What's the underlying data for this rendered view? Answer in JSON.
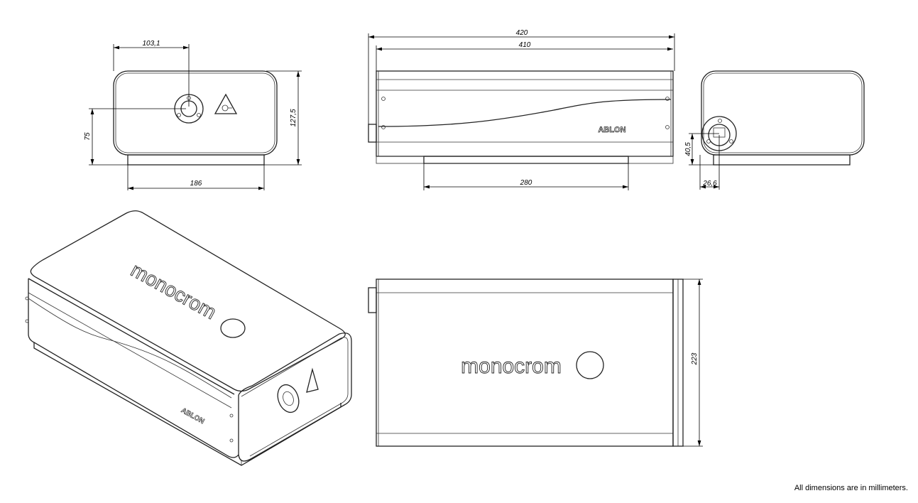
{
  "drawing": {
    "front_view": {
      "dim_port_x": "103,1",
      "dim_height": "127,5",
      "dim_port_height": "75",
      "dim_base_width": "186"
    },
    "side_view": {
      "dim_total_length": "420",
      "dim_body_length": "410",
      "dim_base_length": "280",
      "brand_label": "ABLON"
    },
    "rear_view": {
      "dim_port_height": "40,5",
      "dim_port_offset": "26,6"
    },
    "isometric_view": {
      "logo": "monocrom",
      "brand_label": "ABLON"
    },
    "top_view": {
      "logo": "monocrom",
      "dim_width": "223"
    },
    "note": "All dimensions are in millimeters."
  }
}
